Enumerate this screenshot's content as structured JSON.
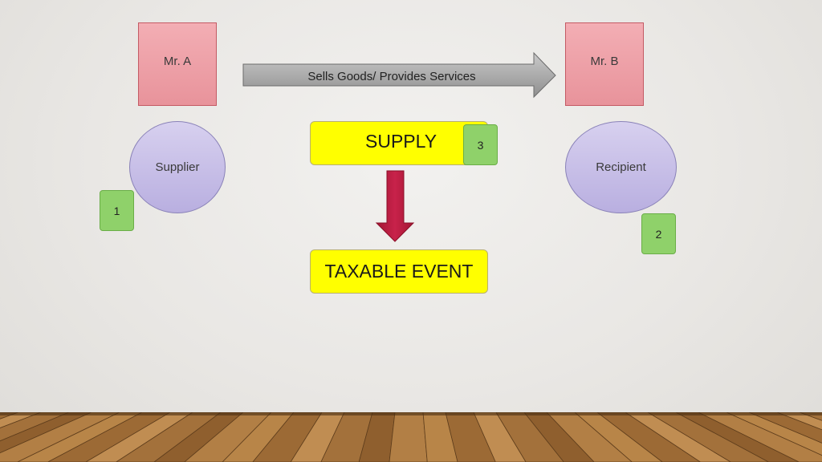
{
  "diagram": {
    "party_a": {
      "name": "Mr. A",
      "role": "Supplier",
      "badge": "1"
    },
    "party_b": {
      "name": "Mr. B",
      "role": "Recipient",
      "badge": "2"
    },
    "transaction": {
      "label": "Sells Goods/ Provides Services"
    },
    "supply": {
      "label": "SUPPLY",
      "badge": "3"
    },
    "result": {
      "label": "TAXABLE EVENT"
    }
  },
  "colors": {
    "person_box": "#ef9fa7",
    "role_circle": "#c8c0e8",
    "badge": "#8fd16a",
    "highlight": "#ffff00",
    "down_arrow": "#c0203f",
    "gray_arrow": "#a6a6a6"
  },
  "icons": {
    "transaction_arrow": "right-arrow-icon",
    "result_arrow": "down-arrow-icon"
  }
}
